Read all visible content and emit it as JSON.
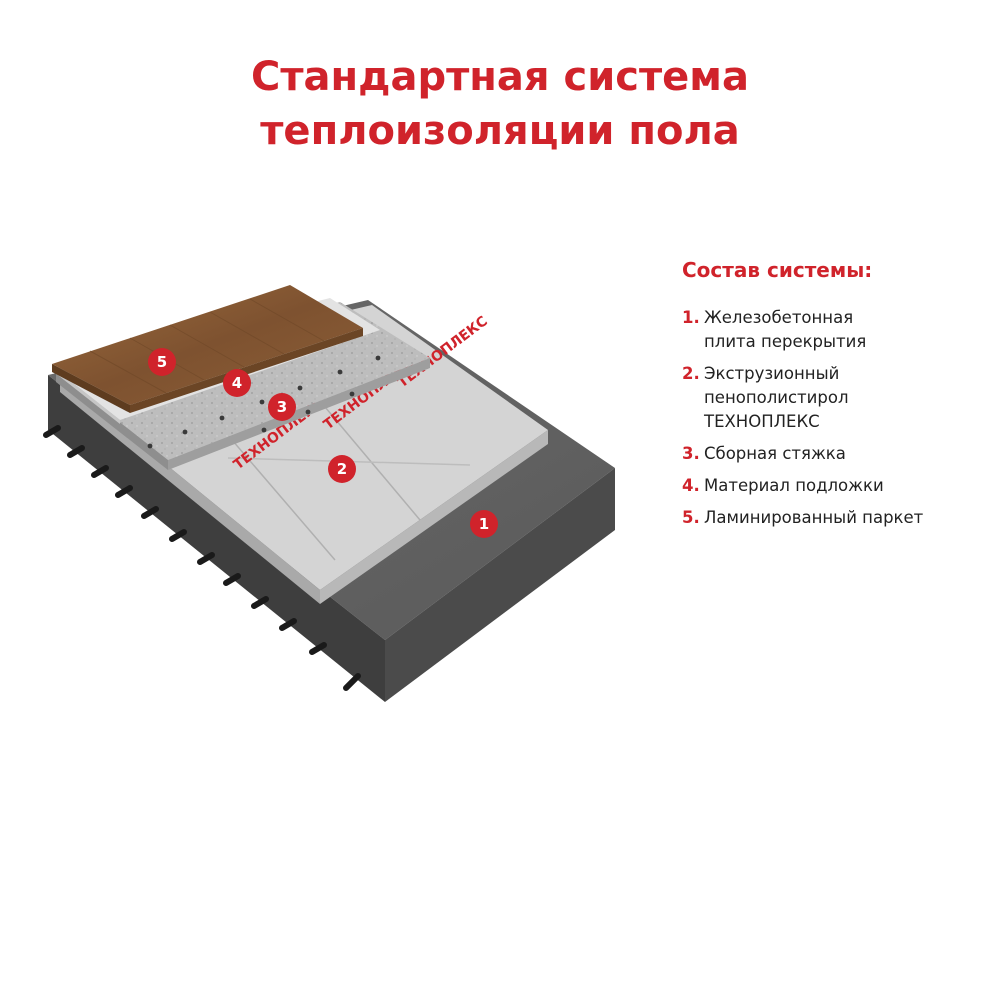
{
  "title": {
    "line1": "Стандартная система",
    "line2": "теплоизоляции пола"
  },
  "legend": {
    "heading": "Состав системы:",
    "items": [
      {
        "num": "1.",
        "text": "Железобетонная\nплита перекрытия"
      },
      {
        "num": "2.",
        "text": "Экструзионный\nпенополистирол\nТЕХНОПЛЕКС"
      },
      {
        "num": "3.",
        "text": "Сборная стяжка"
      },
      {
        "num": "4.",
        "text": "Материал подложки"
      },
      {
        "num": "5.",
        "text": "Ламинированный паркет"
      }
    ]
  },
  "markers": [
    "1",
    "2",
    "3",
    "4",
    "5"
  ],
  "brand": "ТЕХНОПЛЕКС",
  "colors": {
    "accent": "#d0232b",
    "concrete": "#5a5a5a",
    "insulation": "#cfcfcf",
    "screed": "#b9b9b9",
    "underlay": "#e6e6e6",
    "parquet": "#8a5a32"
  }
}
